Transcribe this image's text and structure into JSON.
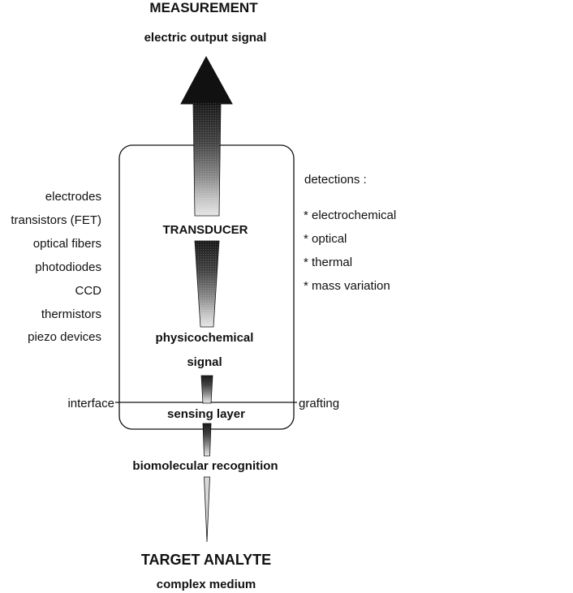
{
  "top": {
    "title": "MEASUREMENT",
    "subtitle": "electric output signal"
  },
  "box": {
    "transducer": "TRANSDUCER",
    "signal_line1": "physicochemical",
    "signal_line2": "signal",
    "sensing_layer": "sensing layer"
  },
  "left": {
    "devices": [
      "electrodes",
      "transistors (FET)",
      "optical fibers",
      "photodiodes",
      "CCD",
      "thermistors",
      "piezo devices"
    ],
    "interface": "interface"
  },
  "right": {
    "detections_title": "detections :",
    "detections": [
      "* electrochemical",
      "* optical",
      "* thermal",
      "* mass variation"
    ],
    "grafting": "grafting"
  },
  "bottom": {
    "recognition": "biomolecular recognition",
    "target": "TARGET ANALYTE",
    "medium": "complex medium"
  }
}
